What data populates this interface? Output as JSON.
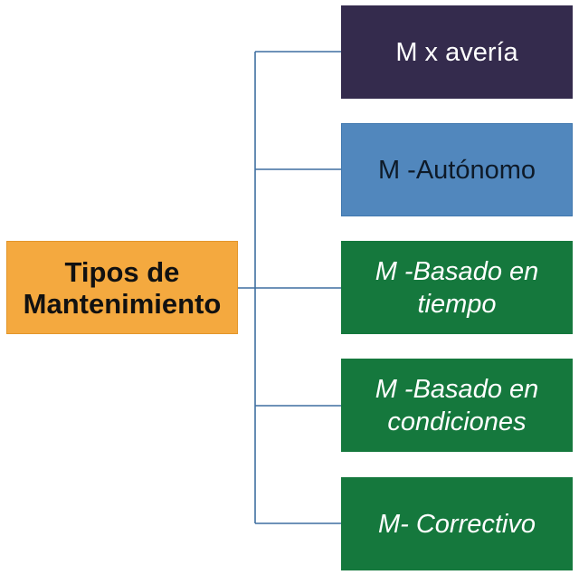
{
  "diagram": {
    "root": {
      "label": "Tipos de\nMantenimiento",
      "color": "#f4a93f"
    },
    "children": [
      {
        "label": "M x avería",
        "color": "#342b4d"
      },
      {
        "label": "M -Autónomo",
        "color": "#5187bd"
      },
      {
        "label": "M -Basado en\ntiempo",
        "color": "#15783d"
      },
      {
        "label": "M -Basado en\ncondiciones",
        "color": "#15783d"
      },
      {
        "label": "M- Correctivo",
        "color": "#15783d"
      }
    ],
    "connector_color": "#3f6fa0"
  }
}
